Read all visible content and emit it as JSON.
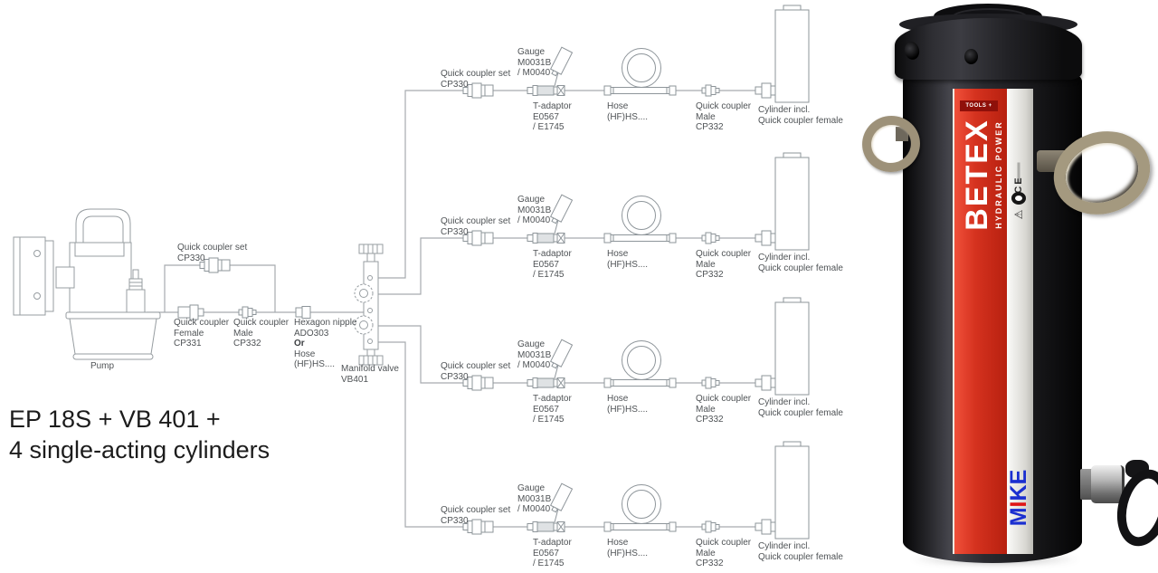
{
  "diagram": {
    "pump_label": "Pump",
    "coupler_set_top": [
      "Quick coupler set",
      "CP330"
    ],
    "coupler_female": [
      "Quick coupler",
      "Female",
      "CP331"
    ],
    "coupler_male": [
      "Quick coupler",
      "Male",
      "CP332"
    ],
    "hexagon_nipple": [
      "Hexagon nipple",
      "ADO303",
      "Or",
      "Hose",
      "(HF)HS...."
    ],
    "manifold_valve": [
      "Manifold valve",
      "VB401"
    ]
  },
  "branches": [
    {
      "coupler_set": [
        "Quick coupler set",
        "CP330"
      ],
      "gauge": [
        "Gauge",
        "M0031B",
        "/ M0040"
      ],
      "t_adaptor": [
        "T-adaptor",
        "E0567",
        "/ E1745"
      ],
      "hose": [
        "Hose",
        "(HF)HS...."
      ],
      "coupler_male": [
        "Quick coupler",
        "Male",
        "CP332"
      ],
      "cylinder": [
        "Cylinder incl.",
        "Quick coupler female"
      ]
    },
    {
      "coupler_set": [
        "Quick coupler set",
        "CP330"
      ],
      "gauge": [
        "Gauge",
        "M0031B",
        "/ M0040"
      ],
      "t_adaptor": [
        "T-adaptor",
        "E0567",
        "/ E1745"
      ],
      "hose": [
        "Hose",
        "(HF)HS...."
      ],
      "coupler_male": [
        "Quick coupler",
        "Male",
        "CP332"
      ],
      "cylinder": [
        "Cylinder incl.",
        "Quick coupler female"
      ]
    },
    {
      "coupler_set": [
        "Quick coupler set",
        "CP330"
      ],
      "gauge": [
        "Gauge",
        "M0031B",
        "/ M0040"
      ],
      "t_adaptor": [
        "T-adaptor",
        "E0567",
        "/ E1745"
      ],
      "hose": [
        "Hose",
        "(HF)HS...."
      ],
      "coupler_male": [
        "Quick coupler",
        "Male",
        "CP332"
      ],
      "cylinder": [
        "Cylinder incl.",
        "Quick coupler female"
      ]
    },
    {
      "coupler_set": [
        "Quick coupler set",
        "CP330"
      ],
      "gauge": [
        "Gauge",
        "M0031B",
        "/ M0040"
      ],
      "t_adaptor": [
        "T-adaptor",
        "E0567",
        "/ E1745"
      ],
      "hose": [
        "Hose",
        "(HF)HS...."
      ],
      "coupler_male": [
        "Quick coupler",
        "Male",
        "CP332"
      ],
      "cylinder": [
        "Cylinder incl.",
        "Quick coupler female"
      ]
    }
  ],
  "caption": {
    "line1": "EP 18S + VB 401 +",
    "line2": "4 single-acting cylinders"
  },
  "product": {
    "brand": "BETEX",
    "brand_box": "TOOLS +",
    "tagline": "HYDRAULIC POWER",
    "ce_mark": "CE",
    "warn_icon": "⚠",
    "logo_m": "M",
    "logo_i": "I",
    "logo_ke": "KE",
    "colors": {
      "label_red": "#d5321f",
      "brand_box_red": "#8f100a",
      "logo_blue": "#1b2fd0",
      "logo_dot_red": "#e01616"
    }
  }
}
